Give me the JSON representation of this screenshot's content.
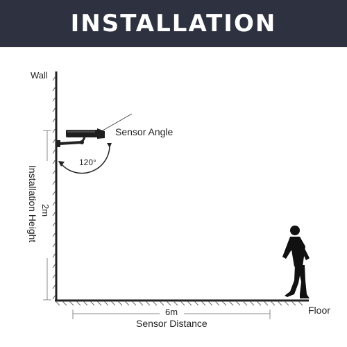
{
  "header": {
    "title": "INSTALLATION"
  },
  "labels": {
    "wall": "Wall",
    "sensor_angle": "Sensor Angle",
    "angle": "120°",
    "height_value": "2m",
    "height_caption": "Installation  Height",
    "distance_value": "6m",
    "distance_caption": "Sensor Distance",
    "floor": "Floor"
  },
  "colors": {
    "header_bg": "#2d3140",
    "line": "#222222"
  }
}
